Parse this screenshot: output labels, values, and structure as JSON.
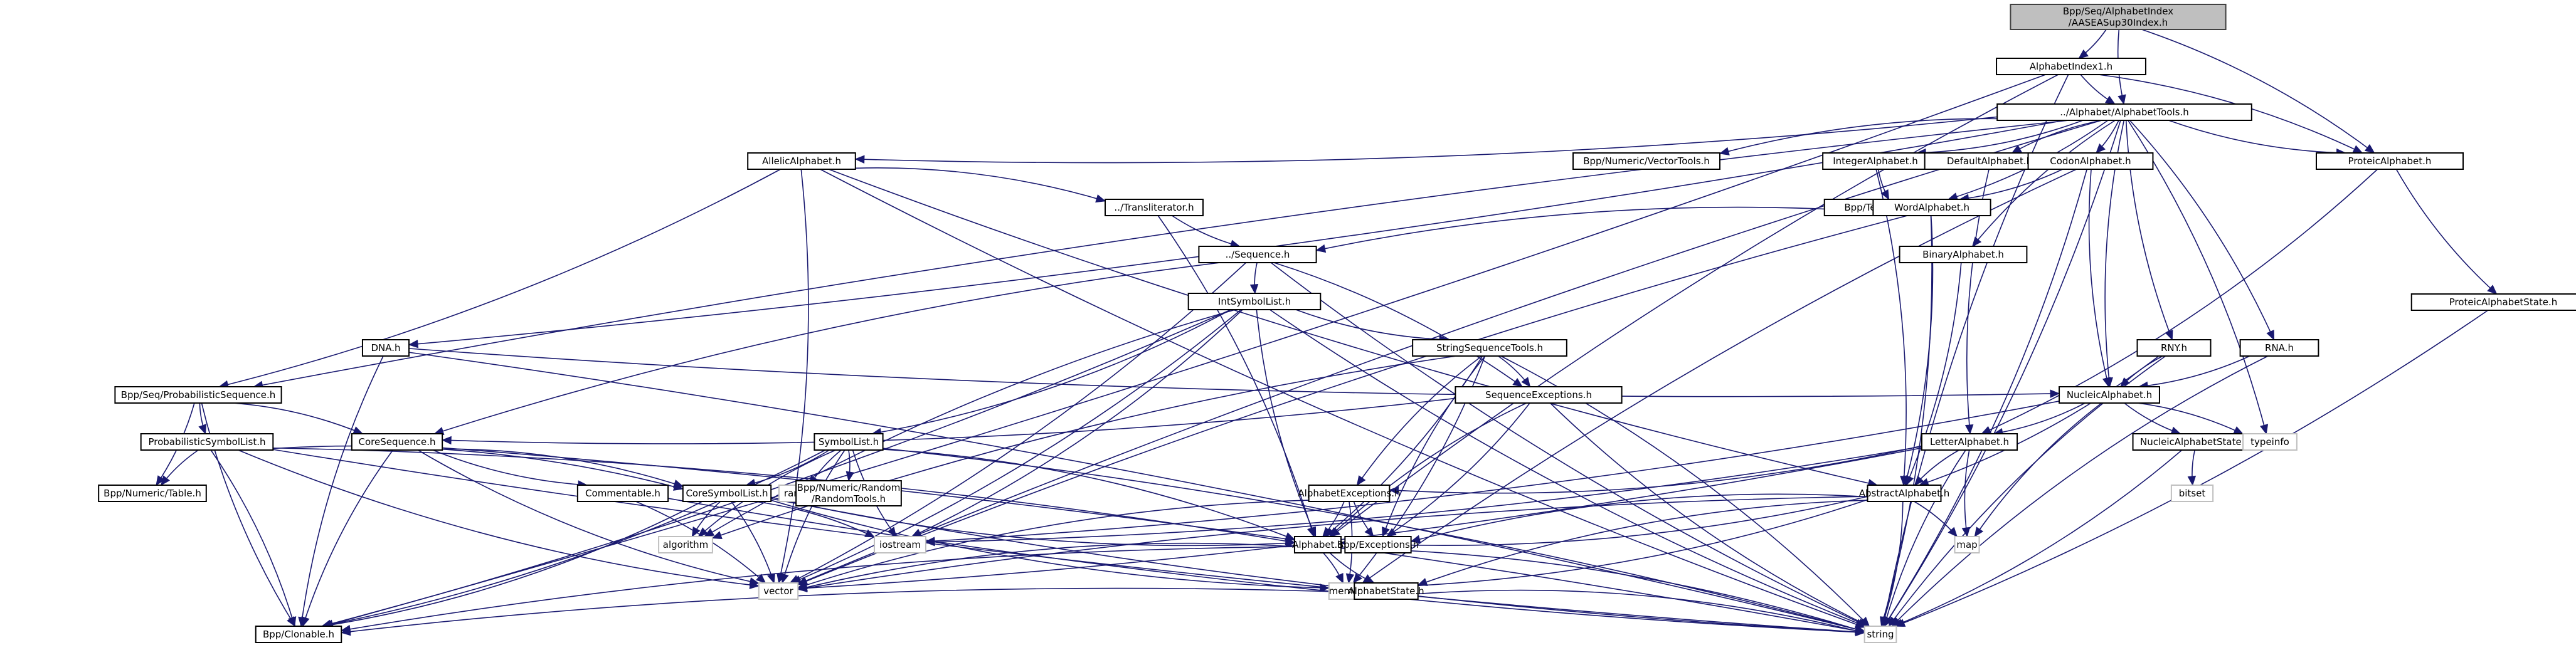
{
  "diagram": {
    "type": "include-dependency-graph",
    "root": "Bpp/Seq/AlphabetIndex/AASEASup30Index.h",
    "colors": {
      "edge": "#191970",
      "root_fill": "#bfbfbf",
      "node_border": "#000000",
      "system_border": "#bfbfbf"
    },
    "nodes": [
      {
        "id": "root",
        "lines": [
          "Bpp/Seq/AlphabetIndex",
          "/AASEASup30Index.h"
        ],
        "kind": "root"
      },
      {
        "id": "ai1",
        "lines": [
          "AlphabetIndex1.h"
        ],
        "kind": "file"
      },
      {
        "id": "atools",
        "lines": [
          "../Alphabet/AlphabetTools.h"
        ],
        "kind": "file"
      },
      {
        "id": "allelic",
        "lines": [
          "AllelicAlphabet.h"
        ],
        "kind": "file"
      },
      {
        "id": "vectortools",
        "lines": [
          "Bpp/Numeric/VectorTools.h"
        ],
        "kind": "file"
      },
      {
        "id": "integer",
        "lines": [
          "IntegerAlphabet.h"
        ],
        "kind": "file"
      },
      {
        "id": "default",
        "lines": [
          "DefaultAlphabet.h"
        ],
        "kind": "file"
      },
      {
        "id": "codon",
        "lines": [
          "CodonAlphabet.h"
        ],
        "kind": "file"
      },
      {
        "id": "proteic",
        "lines": [
          "ProteicAlphabet.h"
        ],
        "kind": "file"
      },
      {
        "id": "translit",
        "lines": [
          "../Transliterator.h"
        ],
        "kind": "file"
      },
      {
        "id": "texttools",
        "lines": [
          "Bpp/Text/TextTools.h"
        ],
        "kind": "file"
      },
      {
        "id": "word",
        "lines": [
          "WordAlphabet.h"
        ],
        "kind": "file"
      },
      {
        "id": "sequence",
        "lines": [
          "../Sequence.h"
        ],
        "kind": "file"
      },
      {
        "id": "binary",
        "lines": [
          "BinaryAlphabet.h"
        ],
        "kind": "file"
      },
      {
        "id": "proteicstate",
        "lines": [
          "ProteicAlphabetState.h"
        ],
        "kind": "file"
      },
      {
        "id": "intsym",
        "lines": [
          "IntSymbolList.h"
        ],
        "kind": "file"
      },
      {
        "id": "dna",
        "lines": [
          "DNA.h"
        ],
        "kind": "file"
      },
      {
        "id": "sst",
        "lines": [
          "StringSequenceTools.h"
        ],
        "kind": "file"
      },
      {
        "id": "rny",
        "lines": [
          "RNY.h"
        ],
        "kind": "file"
      },
      {
        "id": "rna",
        "lines": [
          "RNA.h"
        ],
        "kind": "file"
      },
      {
        "id": "probseq",
        "lines": [
          "Bpp/Seq/ProbabilisticSequence.h"
        ],
        "kind": "file"
      },
      {
        "id": "seqexc",
        "lines": [
          "SequenceExceptions.h"
        ],
        "kind": "file"
      },
      {
        "id": "nucleic",
        "lines": [
          "NucleicAlphabet.h"
        ],
        "kind": "file"
      },
      {
        "id": "coreseq",
        "lines": [
          "CoreSequence.h"
        ],
        "kind": "file"
      },
      {
        "id": "probsym",
        "lines": [
          "ProbabilisticSymbolList.h"
        ],
        "kind": "file"
      },
      {
        "id": "symlist",
        "lines": [
          "SymbolList.h"
        ],
        "kind": "file"
      },
      {
        "id": "letter",
        "lines": [
          "LetterAlphabet.h"
        ],
        "kind": "file"
      },
      {
        "id": "nucstate",
        "lines": [
          "NucleicAlphabetState.h"
        ],
        "kind": "file"
      },
      {
        "id": "typeinfo",
        "lines": [
          "typeinfo"
        ],
        "kind": "system"
      },
      {
        "id": "table",
        "lines": [
          "Bpp/Numeric/Table.h"
        ],
        "kind": "file"
      },
      {
        "id": "commentable",
        "lines": [
          "Commentable.h"
        ],
        "kind": "file"
      },
      {
        "id": "coresym",
        "lines": [
          "CoreSymbolList.h"
        ],
        "kind": "file"
      },
      {
        "id": "random",
        "lines": [
          "random"
        ],
        "kind": "system"
      },
      {
        "id": "randomtools",
        "lines": [
          "Bpp/Numeric/Random",
          "/RandomTools.h"
        ],
        "kind": "file"
      },
      {
        "id": "alphexc",
        "lines": [
          "AlphabetExceptions.h"
        ],
        "kind": "file"
      },
      {
        "id": "abstract",
        "lines": [
          "AbstractAlphabet.h"
        ],
        "kind": "file"
      },
      {
        "id": "bitset",
        "lines": [
          "bitset"
        ],
        "kind": "system"
      },
      {
        "id": "algorithm",
        "lines": [
          "algorithm"
        ],
        "kind": "system"
      },
      {
        "id": "iostream",
        "lines": [
          "iostream"
        ],
        "kind": "system"
      },
      {
        "id": "alphabet",
        "lines": [
          "Alphabet.h"
        ],
        "kind": "file"
      },
      {
        "id": "exceptions",
        "lines": [
          "Bpp/Exceptions.h"
        ],
        "kind": "file"
      },
      {
        "id": "map",
        "lines": [
          "map"
        ],
        "kind": "system"
      },
      {
        "id": "vector",
        "lines": [
          "vector"
        ],
        "kind": "system"
      },
      {
        "id": "memory",
        "lines": [
          "memory"
        ],
        "kind": "system"
      },
      {
        "id": "astate",
        "lines": [
          "AlphabetState.h"
        ],
        "kind": "file"
      },
      {
        "id": "clonable",
        "lines": [
          "Bpp/Clonable.h"
        ],
        "kind": "file"
      },
      {
        "id": "string",
        "lines": [
          "string"
        ],
        "kind": "system"
      }
    ],
    "edges": [
      [
        "root",
        "ai1"
      ],
      [
        "root",
        "atools"
      ],
      [
        "root",
        "proteic"
      ],
      [
        "ai1",
        "atools"
      ],
      [
        "ai1",
        "proteic"
      ],
      [
        "ai1",
        "alphabet"
      ],
      [
        "ai1",
        "clonable"
      ],
      [
        "ai1",
        "string"
      ],
      [
        "atools",
        "allelic"
      ],
      [
        "atools",
        "vectortools"
      ],
      [
        "atools",
        "integer"
      ],
      [
        "atools",
        "default"
      ],
      [
        "atools",
        "codon"
      ],
      [
        "atools",
        "proteic"
      ],
      [
        "atools",
        "word"
      ],
      [
        "atools",
        "binary"
      ],
      [
        "atools",
        "dna"
      ],
      [
        "atools",
        "rny"
      ],
      [
        "atools",
        "rna"
      ],
      [
        "atools",
        "nucleic"
      ],
      [
        "atools",
        "typeinfo"
      ],
      [
        "atools",
        "vector"
      ],
      [
        "atools",
        "string"
      ],
      [
        "atools",
        "probseq"
      ],
      [
        "allelic",
        "translit"
      ],
      [
        "allelic",
        "abstract"
      ],
      [
        "allelic",
        "vector"
      ],
      [
        "allelic",
        "string"
      ],
      [
        "allelic",
        "probseq"
      ],
      [
        "integer",
        "texttools"
      ],
      [
        "integer",
        "abstract"
      ],
      [
        "default",
        "letter"
      ],
      [
        "codon",
        "word"
      ],
      [
        "codon",
        "nucleic"
      ],
      [
        "codon",
        "string"
      ],
      [
        "codon",
        "memory"
      ],
      [
        "proteic",
        "letter"
      ],
      [
        "proteic",
        "proteicstate"
      ],
      [
        "proteicstate",
        "string"
      ],
      [
        "translit",
        "sequence"
      ],
      [
        "translit",
        "alphabet"
      ],
      [
        "word",
        "sequence"
      ],
      [
        "word",
        "abstract"
      ],
      [
        "word",
        "vector"
      ],
      [
        "word",
        "string"
      ],
      [
        "sequence",
        "intsym"
      ],
      [
        "sequence",
        "seqexc"
      ],
      [
        "sequence",
        "coreseq"
      ],
      [
        "sequence",
        "vector"
      ],
      [
        "sequence",
        "string"
      ],
      [
        "binary",
        "abstract"
      ],
      [
        "intsym",
        "sst"
      ],
      [
        "intsym",
        "symlist"
      ],
      [
        "intsym",
        "alphabet"
      ],
      [
        "intsym",
        "iostream"
      ],
      [
        "intsym",
        "algorithm"
      ],
      [
        "intsym",
        "vector"
      ],
      [
        "intsym",
        "string"
      ],
      [
        "intsym",
        "clonable"
      ],
      [
        "dna",
        "nucleic"
      ],
      [
        "dna",
        "string"
      ],
      [
        "dna",
        "clonable"
      ],
      [
        "sst",
        "seqexc"
      ],
      [
        "sst",
        "alphexc"
      ],
      [
        "sst",
        "alphabet"
      ],
      [
        "sst",
        "exceptions"
      ],
      [
        "sst",
        "string"
      ],
      [
        "sst",
        "algorithm"
      ],
      [
        "sst",
        "memory"
      ],
      [
        "rny",
        "nucleic"
      ],
      [
        "rny",
        "abstract"
      ],
      [
        "rny",
        "string"
      ],
      [
        "rna",
        "nucleic"
      ],
      [
        "rna",
        "string"
      ],
      [
        "probseq",
        "coreseq"
      ],
      [
        "probseq",
        "probsym"
      ],
      [
        "probseq",
        "table"
      ],
      [
        "probseq",
        "clonable"
      ],
      [
        "seqexc",
        "coreseq"
      ],
      [
        "seqexc",
        "alphabet"
      ],
      [
        "seqexc",
        "exceptions"
      ],
      [
        "seqexc",
        "string"
      ],
      [
        "nucleic",
        "letter"
      ],
      [
        "nucleic",
        "nucstate"
      ],
      [
        "nucleic",
        "typeinfo"
      ],
      [
        "nucleic",
        "map"
      ],
      [
        "nucleic",
        "iostream"
      ],
      [
        "coreseq",
        "commentable"
      ],
      [
        "coreseq",
        "coresym"
      ],
      [
        "coreseq",
        "vector"
      ],
      [
        "coreseq",
        "string"
      ],
      [
        "coreseq",
        "clonable"
      ],
      [
        "probsym",
        "coresym"
      ],
      [
        "probsym",
        "table"
      ],
      [
        "probsym",
        "alphabet"
      ],
      [
        "probsym",
        "vector"
      ],
      [
        "probsym",
        "clonable"
      ],
      [
        "probsym",
        "string"
      ],
      [
        "symlist",
        "coresym"
      ],
      [
        "symlist",
        "random"
      ],
      [
        "symlist",
        "randomtools"
      ],
      [
        "symlist",
        "iostream"
      ],
      [
        "symlist",
        "alphabet"
      ],
      [
        "symlist",
        "vector"
      ],
      [
        "symlist",
        "clonable"
      ],
      [
        "symlist",
        "algorithm"
      ],
      [
        "symlist",
        "string"
      ],
      [
        "letter",
        "abstract"
      ],
      [
        "letter",
        "alphexc"
      ],
      [
        "letter",
        "map"
      ],
      [
        "letter",
        "iostream"
      ],
      [
        "letter",
        "string"
      ],
      [
        "letter",
        "vector"
      ],
      [
        "nucstate",
        "bitset"
      ],
      [
        "nucstate",
        "string"
      ],
      [
        "commentable",
        "string"
      ],
      [
        "commentable",
        "vector"
      ],
      [
        "coresym",
        "algorithm"
      ],
      [
        "coresym",
        "iostream"
      ],
      [
        "coresym",
        "alphabet"
      ],
      [
        "coresym",
        "vector"
      ],
      [
        "coresym",
        "string"
      ],
      [
        "coresym",
        "clonable"
      ],
      [
        "coresym",
        "memory"
      ],
      [
        "alphexc",
        "alphabet"
      ],
      [
        "alphexc",
        "exceptions"
      ],
      [
        "alphexc",
        "memory"
      ],
      [
        "alphexc",
        "vector"
      ],
      [
        "abstract",
        "alphabet"
      ],
      [
        "abstract",
        "exceptions"
      ],
      [
        "abstract",
        "map"
      ],
      [
        "abstract",
        "astate"
      ],
      [
        "abstract",
        "string"
      ],
      [
        "abstract",
        "vector"
      ],
      [
        "abstract",
        "memory"
      ],
      [
        "alphabet",
        "vector"
      ],
      [
        "alphabet",
        "memory"
      ],
      [
        "alphabet",
        "astate"
      ],
      [
        "alphabet",
        "string"
      ],
      [
        "alphabet",
        "clonable"
      ],
      [
        "astate",
        "string"
      ],
      [
        "astate",
        "clonable"
      ]
    ]
  }
}
